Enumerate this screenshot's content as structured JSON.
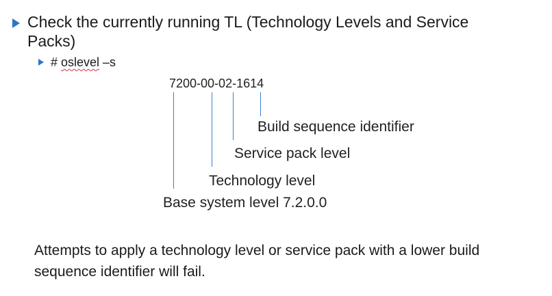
{
  "heading": {
    "line1": "Check the currently running TL (Technology Levels and Service",
    "line2": "Packs)"
  },
  "command": {
    "prefix": "# ",
    "name": "oslevel",
    "suffix": " –s"
  },
  "version_string": "7200-00-02-1614",
  "labels": {
    "build": "Build sequence identifier",
    "service_pack": "Service pack level",
    "technology": "Technology level",
    "base": "Base system level 7.2.0.0"
  },
  "note": {
    "line1": "Attempts to apply a technology level or service pack with a lower build",
    "line2": "sequence identifier will fail."
  },
  "colors": {
    "bullet": "#2f74c7",
    "connector": "#3a7bd5",
    "spellcheck": "#d13438"
  },
  "icons": {
    "bullet": "triangle-bullet-icon"
  }
}
